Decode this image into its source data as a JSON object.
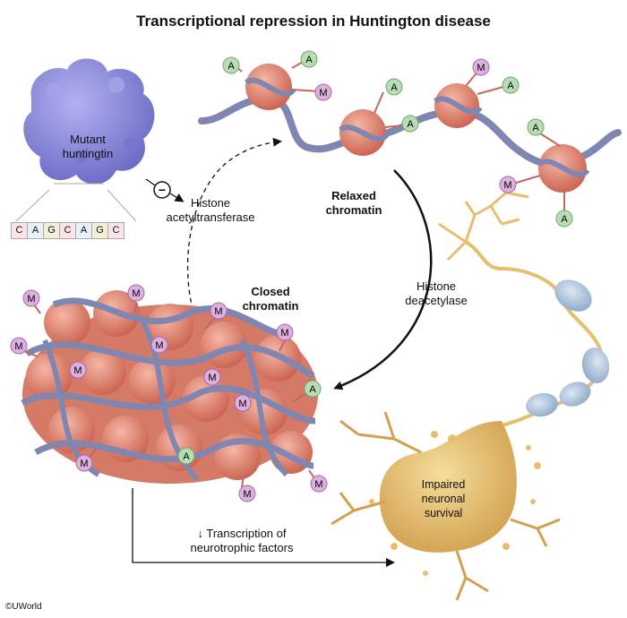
{
  "title": "Transcriptional repression in Huntington disease",
  "labels": {
    "mutant_huntingtin": "Mutant huntingtin",
    "histone_acetyltransferase": "Histone acetyltransferase",
    "relaxed_chromatin": "Relaxed chromatin",
    "histone_deacetylase": "Histone deacetylase",
    "closed_chromatin": "Closed chromatin",
    "transcription": "↓ Transcription of neurotrophic factors",
    "impaired_survival": "Impaired neuronal survival",
    "inhibition_symbol": "−",
    "acetyl_mark": "A",
    "methyl_mark": "M",
    "copyright": "©UWorld"
  },
  "dna_sequence": [
    "C",
    "A",
    "G",
    "C",
    "A",
    "G",
    "C"
  ],
  "colors": {
    "protein": "#8f8ee0",
    "nucleosome": "#e58f7a",
    "dna_strand": "#7f86b2",
    "acetyl": "#b8ddb4",
    "methyl": "#dcb0df",
    "neuron": "#e6bf6e",
    "myelin": "#a9bfd7"
  }
}
